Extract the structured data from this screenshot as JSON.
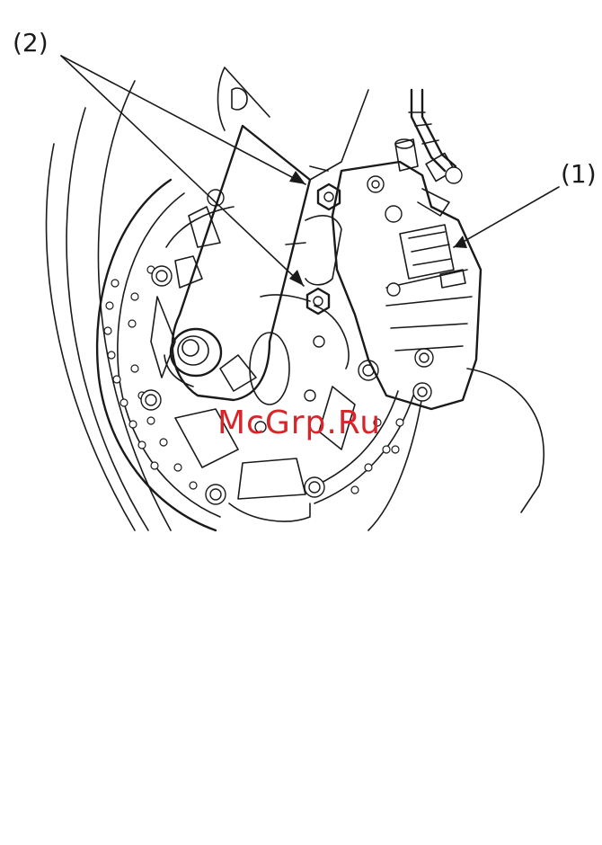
{
  "callouts": {
    "bolt_label": "(2)",
    "caliper_label": "(1)"
  },
  "watermark": "McGrp.Ru",
  "colors": {
    "line": "#1a1a1a",
    "watermark": "#d9252a",
    "background": "#ffffff"
  }
}
